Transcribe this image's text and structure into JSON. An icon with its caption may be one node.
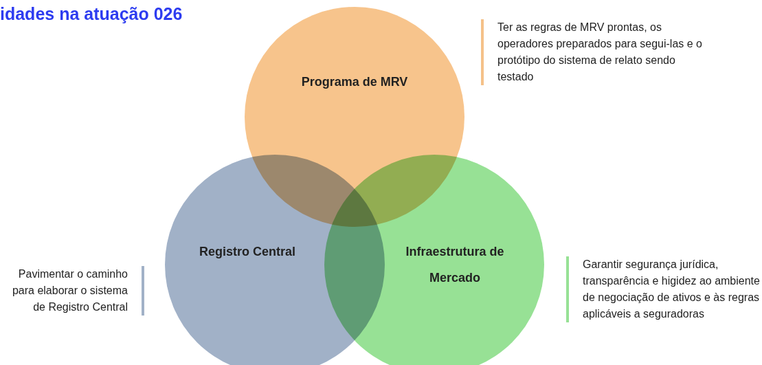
{
  "diagram": {
    "title": "idades na atuação 026",
    "nodes": [
      {
        "text": [
          "Programa de MRV"
        ],
        "beside": [
          "Ter as regras de MRV prontas, os operadores preparados para segui-las e o protótipo do sistema de relato sendo testado"
        ]
      },
      {
        "text": [
          "Registro Central"
        ],
        "beside": [
          "Pavimentar o caminho para elaborar o sistema de Registro Central"
        ]
      },
      {
        "text": [
          "Infraestrutura de Mercado"
        ],
        "beside": [
          "Garantir segurança jurídica, transparência e higidez ao ambiente de negociação de ativos e às regras aplicáveis a seguradoras"
        ]
      }
    ]
  }
}
